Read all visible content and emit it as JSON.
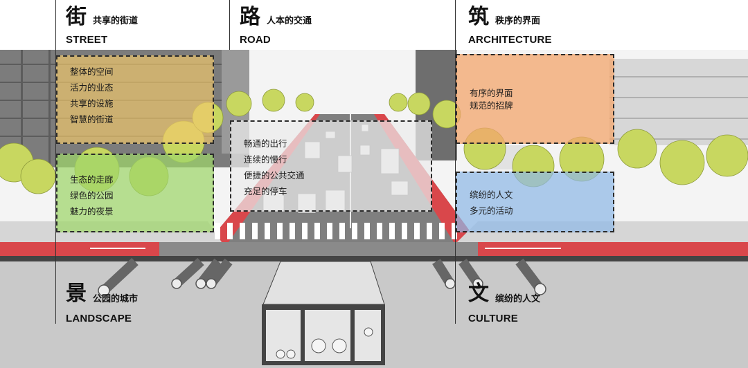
{
  "sections": {
    "street": {
      "char": "街",
      "subtitle": "共享的街道",
      "english": "STREET"
    },
    "road": {
      "char": "路",
      "subtitle": "人本的交通",
      "english": "ROAD"
    },
    "architecture": {
      "char": "筑",
      "subtitle": "秩序的界面",
      "english": "ARCHITECTURE"
    },
    "landscape": {
      "char": "景",
      "subtitle": "公园的城市",
      "english": "LANDSCAPE"
    },
    "culture": {
      "char": "文",
      "subtitle": "缤纷的人文",
      "english": "CULTURE"
    }
  },
  "boxes": {
    "street": {
      "items": [
        "整体的空间",
        "活力的业态",
        "共享的设施",
        "智慧的街道"
      ],
      "color": "#f2c96b"
    },
    "landscape": {
      "items": [
        "生态的走廊",
        "绿色的公园",
        "魅力的夜景"
      ],
      "color": "#9ed66a"
    },
    "road": {
      "items": [
        "畅通的出行",
        "连续的慢行",
        "便捷的公共交通",
        "充足的停车"
      ],
      "color": "#e8e8e8"
    },
    "architecture": {
      "items": [
        "有序的界面",
        "规范的招牌"
      ],
      "color": "#f3a56c"
    },
    "culture": {
      "items": [
        "缤纷的人文",
        "多元的活动"
      ],
      "color": "#8fb8e6"
    }
  },
  "colors": {
    "bike_lane": "#d9474b",
    "ground": "#c9c9c9",
    "road": "#8a8a8a",
    "tree": "#c8d760"
  }
}
